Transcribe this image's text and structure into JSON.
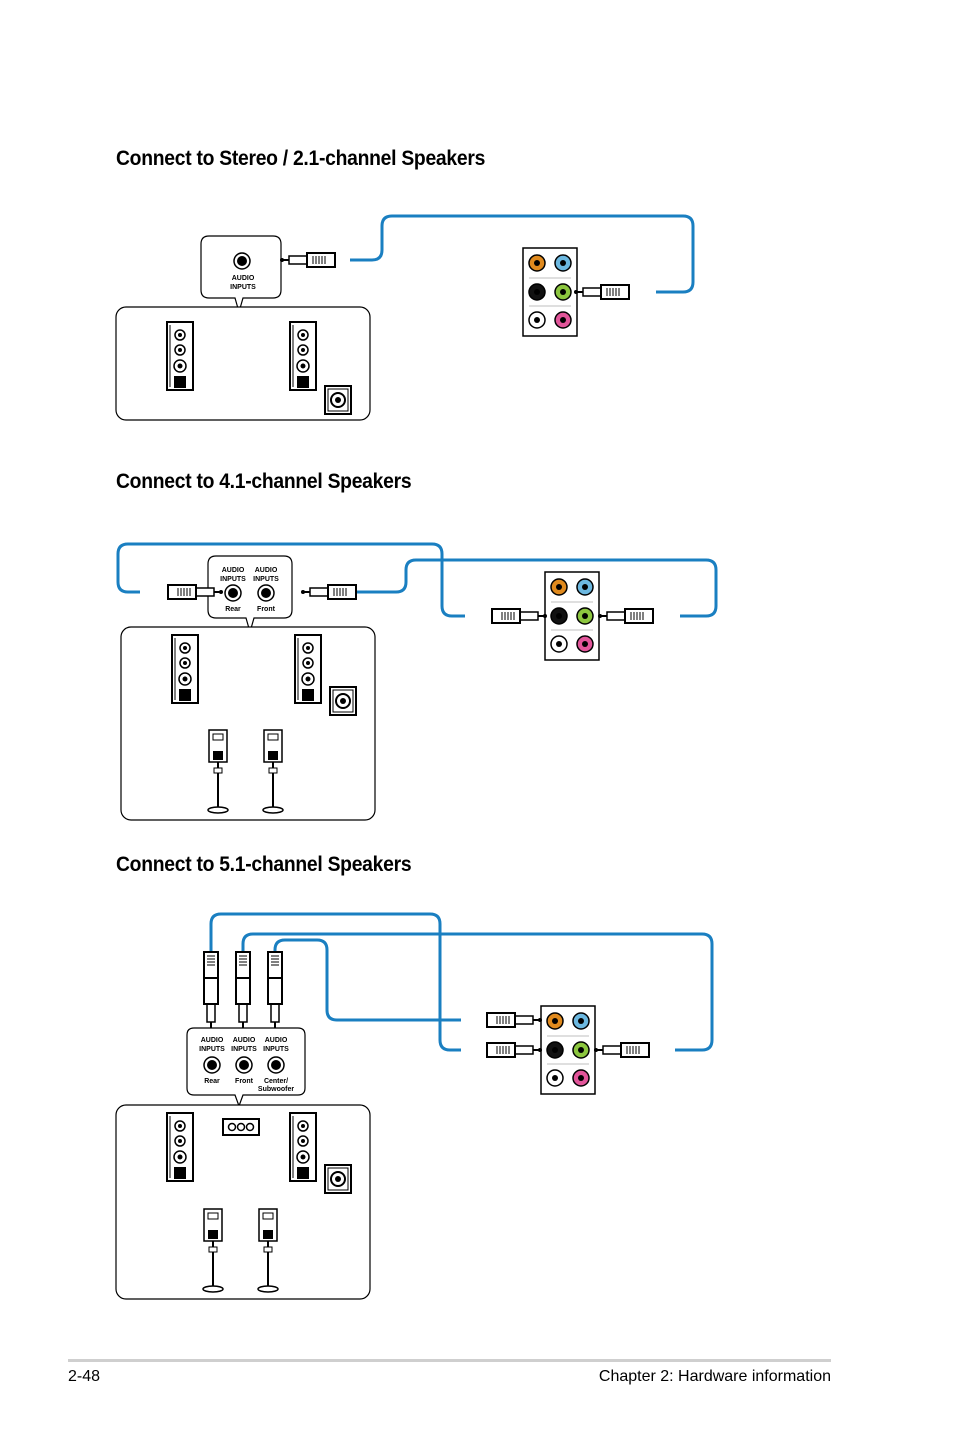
{
  "sections": [
    {
      "title": "Connect to Stereo / 2.1-channel Speakers",
      "inputs": [
        {
          "line1": "AUDIO",
          "line2": "INPUTS"
        }
      ]
    },
    {
      "title": "Connect to 4.1-channel Speakers",
      "inputs": [
        {
          "line1": "AUDIO",
          "line2": "INPUTS",
          "name": "Rear"
        },
        {
          "line1": "AUDIO",
          "line2": "INPUTS",
          "name": "Front"
        }
      ]
    },
    {
      "title": "Connect to 5.1-channel Speakers",
      "inputs": [
        {
          "line1": "AUDIO",
          "line2": "INPUTS",
          "name": "Rear"
        },
        {
          "line1": "AUDIO",
          "line2": "INPUTS",
          "name": "Front"
        },
        {
          "line1": "AUDIO",
          "line2": "INPUTS",
          "name": "Center/",
          "name2": "Subwoofer"
        }
      ]
    }
  ],
  "jack_colors": {
    "orange": "#e08a1e",
    "blue": "#6cb8e0",
    "black": "#111111",
    "green": "#8cc63f",
    "gray": "#9a9a9a",
    "pink": "#e2559a"
  },
  "cable_color": "#1a7fc1",
  "footer": {
    "page_number": "2-48",
    "chapter": "Chapter 2: Hardware information"
  }
}
